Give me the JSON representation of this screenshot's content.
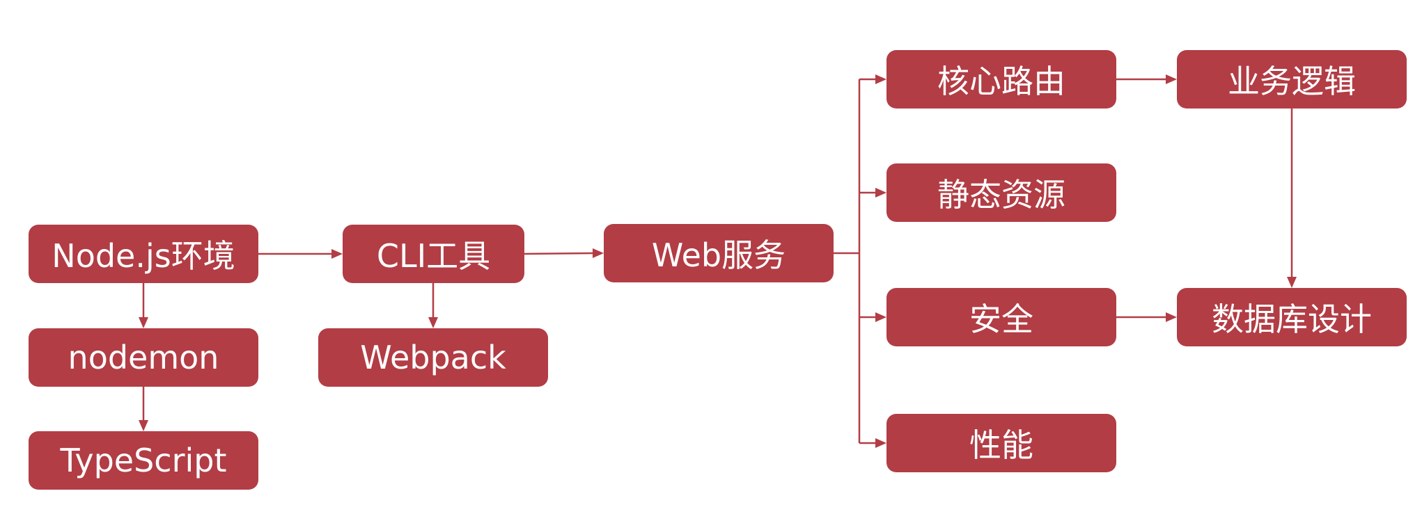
{
  "colors": {
    "node_fill": "#b23d45",
    "node_text": "#ffffff",
    "line": "#b23d45",
    "background": "#ffffff"
  },
  "nodes": {
    "nodejs": "Node.js环境",
    "nodemon": "nodemon",
    "typescript": "TypeScript",
    "cli": "CLI工具",
    "webpack": "Webpack",
    "web": "Web服务",
    "routing": "核心路由",
    "static": "静态资源",
    "security": "安全",
    "performance": "性能",
    "business": "业务逻辑",
    "database": "数据库设计"
  },
  "edges": [
    {
      "from": "nodejs",
      "to": "cli"
    },
    {
      "from": "nodejs",
      "to": "nodemon"
    },
    {
      "from": "nodemon",
      "to": "typescript"
    },
    {
      "from": "cli",
      "to": "web"
    },
    {
      "from": "cli",
      "to": "webpack"
    },
    {
      "from": "web",
      "to": "routing"
    },
    {
      "from": "web",
      "to": "static"
    },
    {
      "from": "web",
      "to": "security"
    },
    {
      "from": "web",
      "to": "performance"
    },
    {
      "from": "routing",
      "to": "business"
    },
    {
      "from": "business",
      "to": "database"
    },
    {
      "from": "security",
      "to": "database"
    }
  ]
}
